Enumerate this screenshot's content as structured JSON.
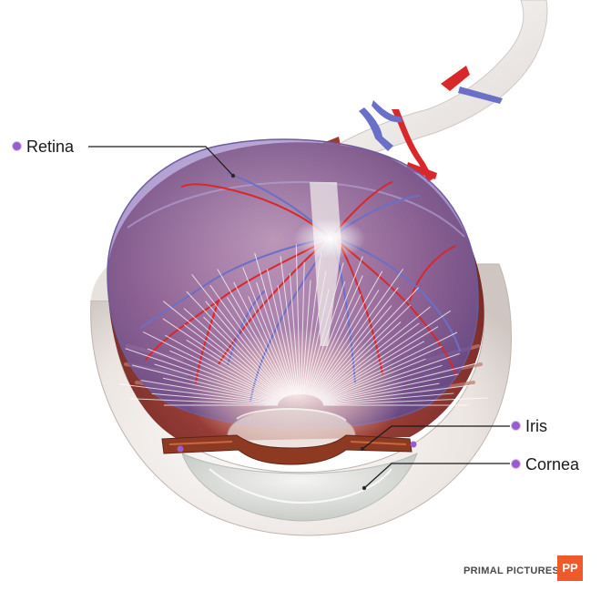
{
  "labels": {
    "retina": "Retina",
    "iris": "Iris",
    "cornea": "Cornea"
  },
  "brand": {
    "name": "PRIMAL PICTURES",
    "logo_text": "PP",
    "logo_color": "#f0592a"
  },
  "colors": {
    "marker": "#9a5ad0",
    "artery": "#d8282a",
    "vein": "#6a6fc8",
    "retina_tint": "#8f72b8",
    "choroid": "#8a2a1c",
    "sclera": "#ece8e4"
  }
}
